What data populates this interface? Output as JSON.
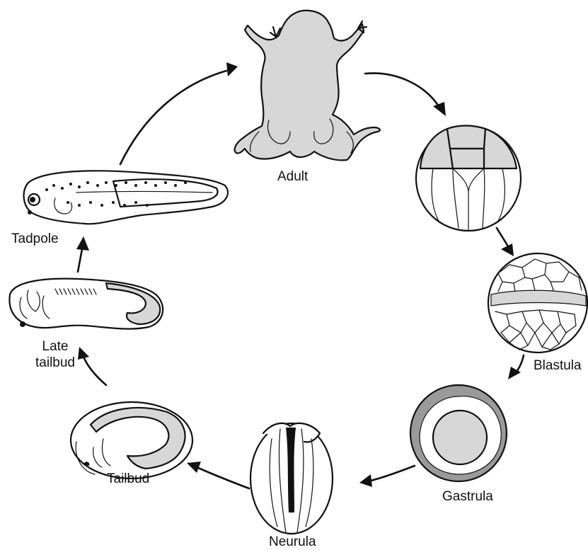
{
  "stages": {
    "adult": "Adult",
    "blastula": "Blastula",
    "gastrula": "Gastrula",
    "neurula": "Neurula",
    "tailbud": "Tailbud",
    "late_tailbud_line1": "Late",
    "late_tailbud_line2": "tailbud",
    "tadpole": "Tadpole"
  },
  "colors": {
    "line": "#111111",
    "fill_grey": "#d7d7d7",
    "fill_mid": "#9a9a9a",
    "background": "#ffffff"
  }
}
